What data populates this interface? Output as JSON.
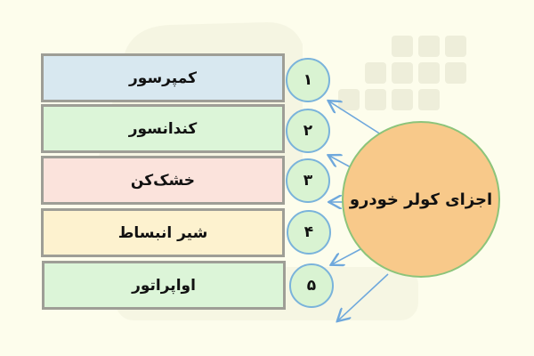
{
  "diagram": {
    "center_label": "اجزای کولر خودرو",
    "items": [
      {
        "number": "۱",
        "label": "کمپرسور",
        "color": "#d8e8f0"
      },
      {
        "number": "۲",
        "label": "کندانسور",
        "color": "#dcf5d8"
      },
      {
        "number": "۳",
        "label": "خشک‌کن",
        "color": "#fbe3dc"
      },
      {
        "number": "۴",
        "label": "شیر انبساط",
        "color": "#fdf2cf"
      },
      {
        "number": "۵",
        "label": "اواپراتور",
        "color": "#dcf5d8"
      }
    ],
    "colors": {
      "background": "#fdfdec",
      "center_fill": "#f8c98a",
      "circle_fill": "#d9f3d2",
      "circle_border": "#7ab3db",
      "arrow": "#6fa8dc"
    }
  }
}
